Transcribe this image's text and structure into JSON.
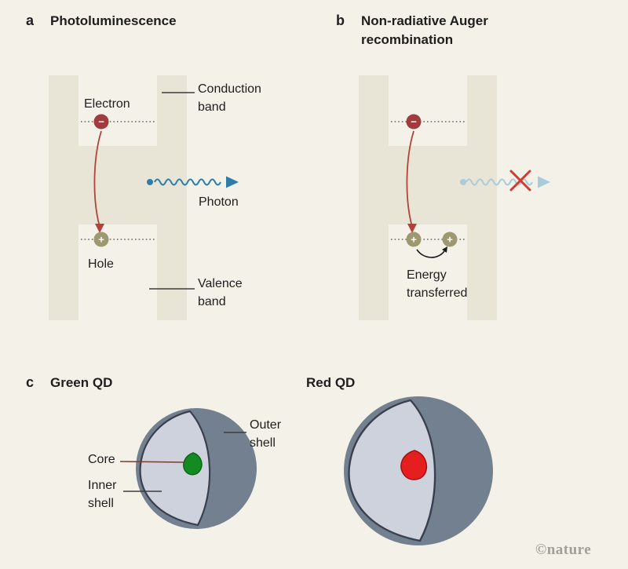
{
  "figure": {
    "credit": "©nature"
  },
  "panel_a": {
    "letter": "a",
    "title": "Photoluminescence",
    "electron_label": "Electron",
    "conduction_band": [
      "Conduction",
      "band"
    ],
    "photon_label": "Photon",
    "hole_label": "Hole",
    "valence_band": [
      "Valence",
      "band"
    ],
    "electron_symbol": "−",
    "hole_symbol": "+"
  },
  "panel_b": {
    "letter": "b",
    "title": [
      "Non-radiative Auger",
      "recombination"
    ],
    "energy_transferred": [
      "Energy",
      "transferred"
    ],
    "electron_symbol": "−",
    "hole_symbol": "+"
  },
  "panel_c": {
    "letter": "c",
    "green_qd_title": "Green QD",
    "red_qd_title": "Red QD",
    "outer_shell": [
      "Outer",
      "shell"
    ],
    "core_label": "Core",
    "inner_shell": [
      "Inner",
      "shell"
    ]
  },
  "icons": {
    "electron_charge": "minus-icon",
    "hole_charge": "plus-icon",
    "photon_blocked": "cross-icon"
  },
  "colors": {
    "background": "#f3f1e8",
    "band_fill": "#e9e5d6",
    "electron": "#a13b3d",
    "hole": "#9c9870",
    "photon_blue": "#2e7da8",
    "photon_faded": "#aacbdc",
    "recombination_arrow": "#b2423a",
    "transfer_arrow": "#1a1a1a",
    "blocked_cross": "#d03c31",
    "pointer_line": "#3d3d3d",
    "core_pointer_line": "#7d3a34",
    "qd_outer_shell": "#73808f",
    "qd_inner_shell": "#ced2dc",
    "qd_outline": "#394150",
    "qd_core_green": "#128c22",
    "qd_core_red": "#e51f1f"
  }
}
